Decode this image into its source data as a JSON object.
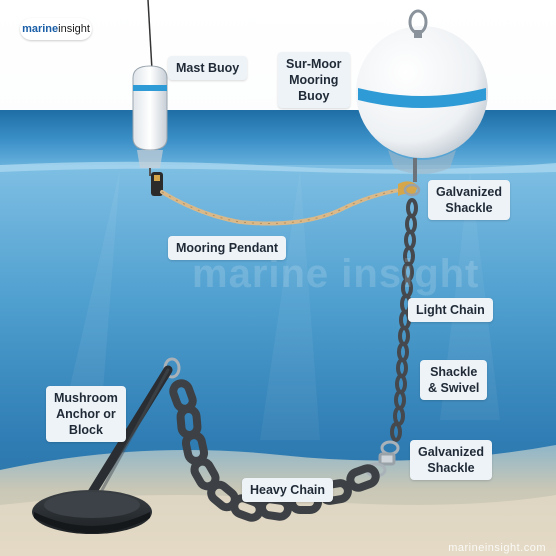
{
  "brand": {
    "logo_text_a": "marine",
    "logo_text_b": "insight",
    "watermark": "marine insight",
    "footer_url": "marineinsight.com"
  },
  "labels": {
    "mast_buoy": [
      "Mast Buoy"
    ],
    "mooring_buoy": [
      "Sur-Moor",
      "Mooring",
      "Buoy"
    ],
    "galvanized_shackle_top": [
      "Galvanized",
      "Shackle"
    ],
    "mooring_pendant": [
      "Mooring Pendant"
    ],
    "light_chain": [
      "Light Chain"
    ],
    "shackle_swivel": [
      "Shackle",
      "& Swivel"
    ],
    "mushroom_anchor": [
      "Mushroom",
      "Anchor or",
      "Block"
    ],
    "galvanized_shackle_bottom": [
      "Galvanized",
      "Shackle"
    ],
    "heavy_chain": [
      "Heavy Chain"
    ]
  },
  "colors": {
    "sky": "#ffffff",
    "water_surface": "#4a9fd3",
    "water_deep": "#1b5d8f",
    "sand": "#d8cdb8",
    "chain": "#45494d",
    "rope": "#d9b98a",
    "buoy_stripe": "#2f9bd6",
    "label_bg": "#eef3f8"
  }
}
